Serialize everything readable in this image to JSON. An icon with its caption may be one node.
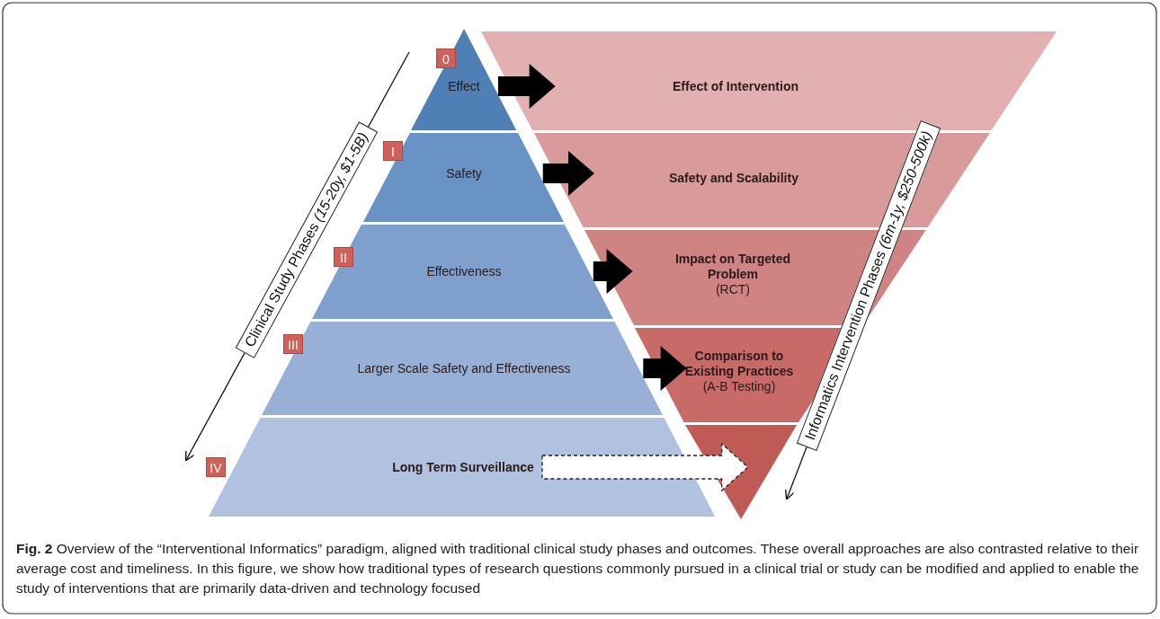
{
  "diagram": {
    "caption": "**Fig. 2** Overview of the “Interventional Informatics” paradigm, aligned with traditional clinical study phases and outcomes. These overall approaches are also contrasted relative to their average cost and timeliness. In this figure, we show how traditional types of research questions commonly pursued in a clinical trial or study can be modified and applied to enable the study of interventions that are primarily data-driven and technology focused",
    "nodes": [
      {
        "text": [
          "0",
          "Effect"
        ]
      },
      {
        "text": [
          "I",
          "Safety"
        ]
      },
      {
        "text": [
          "II",
          "Effectiveness"
        ]
      },
      {
        "text": [
          "III",
          "Larger Scale Safety and Effectiveness"
        ]
      },
      {
        "text": [
          "IV",
          "Long Term Surveillance"
        ]
      },
      {
        "text": [
          "Effect of Intervention"
        ]
      },
      {
        "text": [
          "Safety and Scalability"
        ]
      },
      {
        "text": [
          "Impact on Targeted Problem",
          "(RCT)"
        ]
      },
      {
        "text": [
          "Comparison to Existing Practices",
          "(A-B Testing)"
        ]
      },
      {
        "text": [],
        "shape": "triangle"
      }
    ],
    "edges": [
      {
        "from": 0,
        "to": 5,
        "arrow": "to"
      },
      {
        "from": 1,
        "to": 6,
        "arrow": "to"
      },
      {
        "from": 2,
        "to": 7,
        "arrow": "to"
      },
      {
        "from": 3,
        "to": 8,
        "arrow": "to"
      },
      {
        "from": 4,
        "to": 9,
        "arrow": "to",
        "style": "dashed"
      }
    ],
    "labels": [
      "Clinical Study Phases *(15-20y, $1-5B)*",
      "Informatics Intervention Phases *(6m-1y, $250-500k)*"
    ]
  }
}
